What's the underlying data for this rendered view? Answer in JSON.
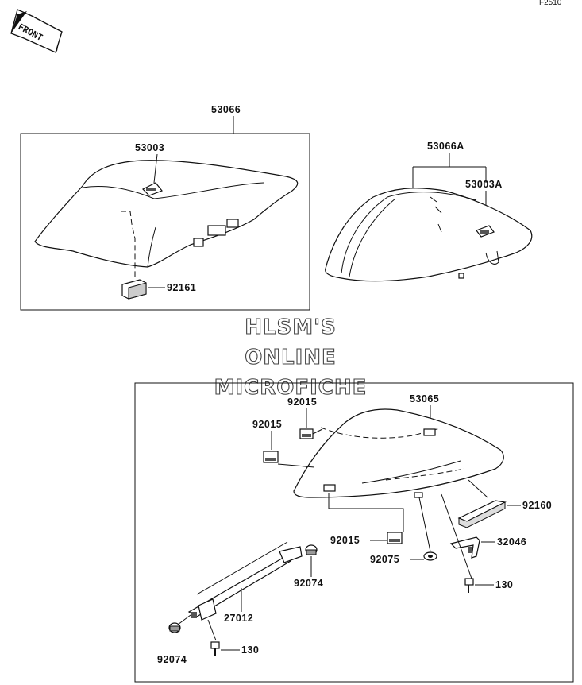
{
  "figure_code": "F2510",
  "front_marker": "FRONT",
  "watermark": [
    "HLSM'S",
    "ONLINE",
    "MICROFICHE"
  ],
  "parts": {
    "seat_assy": "53066",
    "seat_assy_lock": "53003",
    "pad": "92161",
    "cowl_assy": "53066A",
    "cowl_lock": "53003A",
    "cowl": "53065",
    "grommet_top": "92015",
    "grommet_left": "92015",
    "grommet_bottom": "92015",
    "pad_rear": "92160",
    "bracket": "32046",
    "collar": "92075",
    "bolt_right": "130",
    "bolt_left": "130",
    "cap_right": "92074",
    "cap_left": "92074",
    "stay": "27012"
  }
}
